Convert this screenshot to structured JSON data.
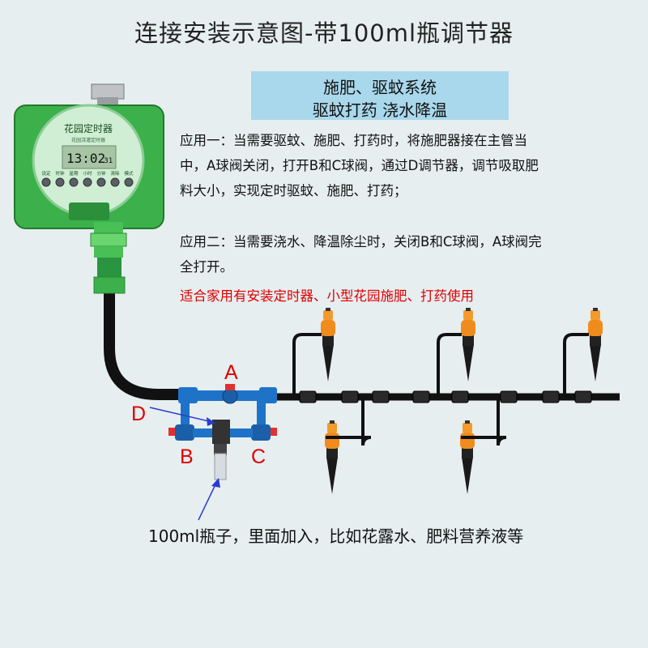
{
  "title": "连接安装示意图-带100ml瓶调节器",
  "system_box": {
    "line1": "施肥、驱蚊系统",
    "line2": "驱蚊打药 浇水降温"
  },
  "app1": {
    "line1": "应用一：当需要驱蚊、施肥、打药时，将施肥器接在主管当",
    "line2": "中，A球阀关闭，打开B和C球阀，通过D调节器，调节吸取肥",
    "line3": "料大小，实现定时驱蚊、施肥、打药；"
  },
  "app2": {
    "line1": "应用二：当需要浇水、降温除尘时，关闭B和C球阀，A球阀完",
    "line2": "全打开。"
  },
  "note": "适合家用有安装定时器、小型花园施肥、打药使用",
  "timer": {
    "label": "花园定时器",
    "sublabel": "花园浇灌定时器",
    "display_time": "13:02",
    "display_sec": "31",
    "button_labels": [
      "设定",
      "时钟",
      "星期",
      "小时",
      "分钟",
      "清除",
      "模式"
    ]
  },
  "labels": {
    "a": "A",
    "b": "B",
    "c": "C",
    "d": "D"
  },
  "caption": "100ml瓶子，里面加入，比如花露水、肥料营养液等",
  "colors": {
    "timer_green": "#3cb04a",
    "accent_red": "#e00000",
    "box_blue": "#a9d8ec",
    "pipe_blue": "#1e73c8",
    "nozzle_orange": "#f08c1e"
  }
}
